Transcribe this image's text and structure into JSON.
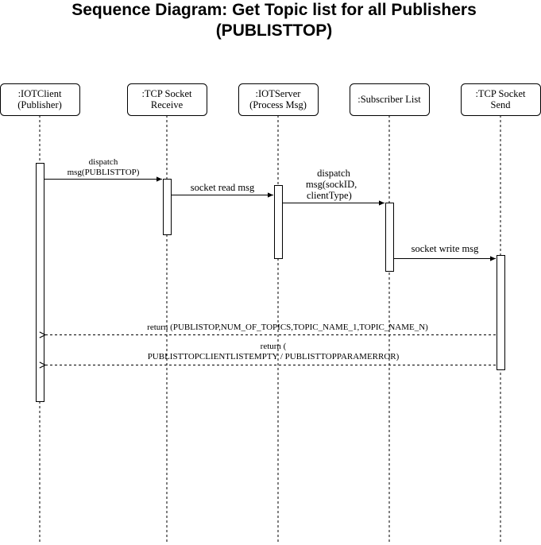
{
  "title": {
    "line1": "Sequence Diagram: Get Topic list for all Publishers",
    "line2": "(PUBLISTTOP)"
  },
  "actors": [
    {
      "line1": ":IOTClient",
      "line2": "(Publisher)"
    },
    {
      "line1": ":TCP Socket",
      "line2": "Receive"
    },
    {
      "line1": ":IOTServer",
      "line2": "(Process Msg)"
    },
    {
      "line1": ":Subscriber List",
      "line2": ""
    },
    {
      "line1": ":TCP Socket",
      "line2": "Send"
    }
  ],
  "messages": {
    "m1": {
      "line1": "dispatch",
      "line2": "msg(PUBLISTTOP)"
    },
    "m2": {
      "line1": "socket read msg"
    },
    "m3": {
      "line1": "dispatch",
      "line2": "msg(sockID,",
      "line3": "clientType)"
    },
    "m4": {
      "line1": "socket write msg"
    },
    "r1": {
      "line1": "return (PUBLISTOP,NUM_OF_TOPICS,TOPIC_NAME_1,TOPIC_NAME_N)"
    },
    "r2": {
      "line1": "return (",
      "line2": "PUBLISTTOPCLIENTLISTEMPTY / PUBLISTTOPPARAMERROR)"
    }
  }
}
